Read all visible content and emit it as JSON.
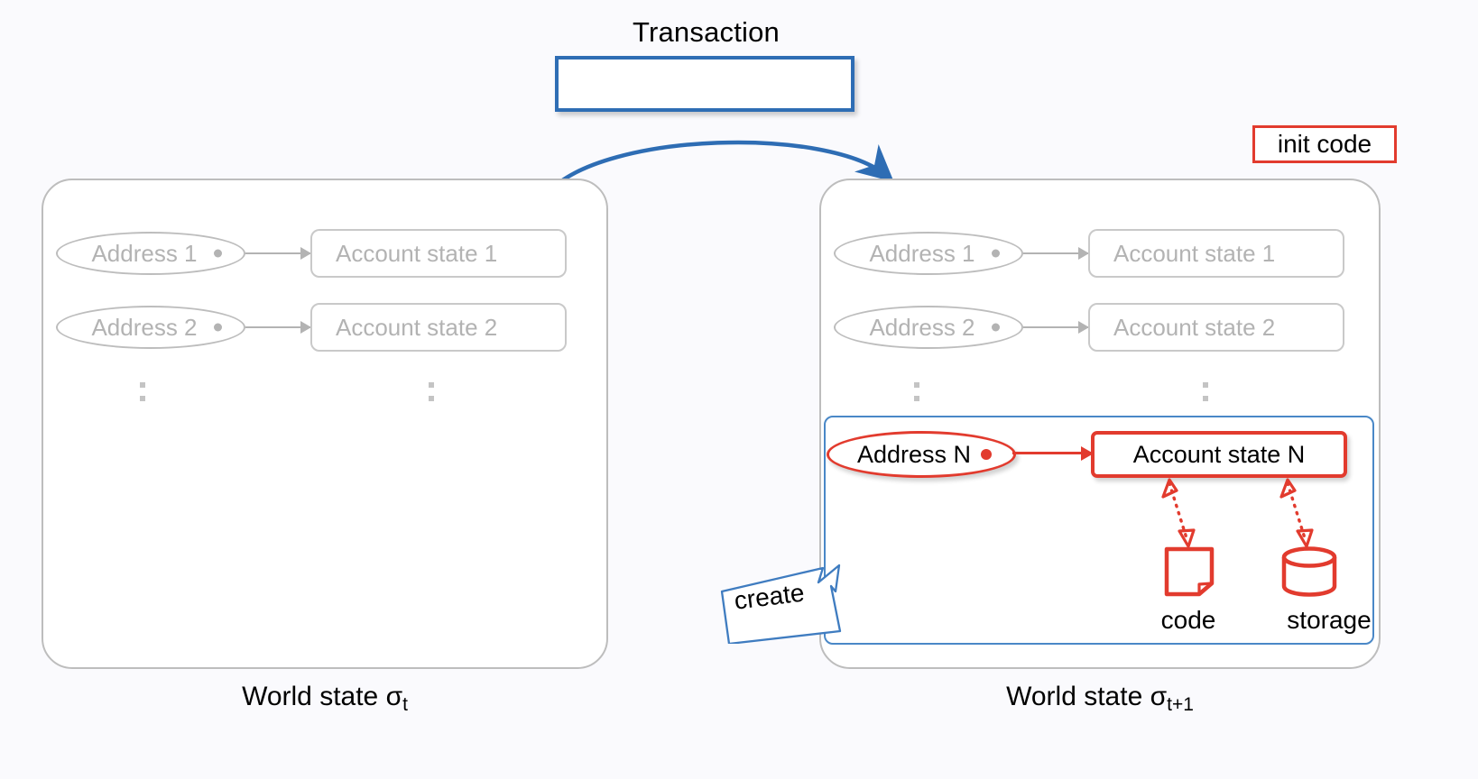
{
  "colors": {
    "background": "#fafafd",
    "blue": "#2e6db4",
    "blue_light": "#4a88c7",
    "red": "#e23b2e",
    "gray": "#b3b3b3",
    "gray_border": "#bdbdbd",
    "black": "#000000"
  },
  "transaction": {
    "title": "Transaction",
    "init_code_label": "init code"
  },
  "world_state_before": {
    "label_prefix": "World state",
    "sigma": "σ",
    "subscript": "t",
    "rows": [
      {
        "address": "Address 1",
        "account_state": "Account state 1"
      },
      {
        "address": "Address 2",
        "account_state": "Account state 2"
      }
    ],
    "ellipsis": "⋮"
  },
  "world_state_after": {
    "label_prefix": "World state",
    "sigma": "σ",
    "subscript": "t+1",
    "rows": [
      {
        "address": "Address 1",
        "account_state": "Account state 1"
      },
      {
        "address": "Address 2",
        "account_state": "Account state 2"
      }
    ],
    "ellipsis": "⋮",
    "created": {
      "address": "Address N",
      "account_state": "Account state N",
      "code_label": "code",
      "storage_label": "storage"
    }
  },
  "annotations": {
    "create_callout": "create"
  },
  "icons": {
    "code": "document-icon",
    "storage": "database-cylinder-icon",
    "transaction_arrow": "curved-arrow-icon",
    "row_arrow": "arrow-right-icon"
  }
}
